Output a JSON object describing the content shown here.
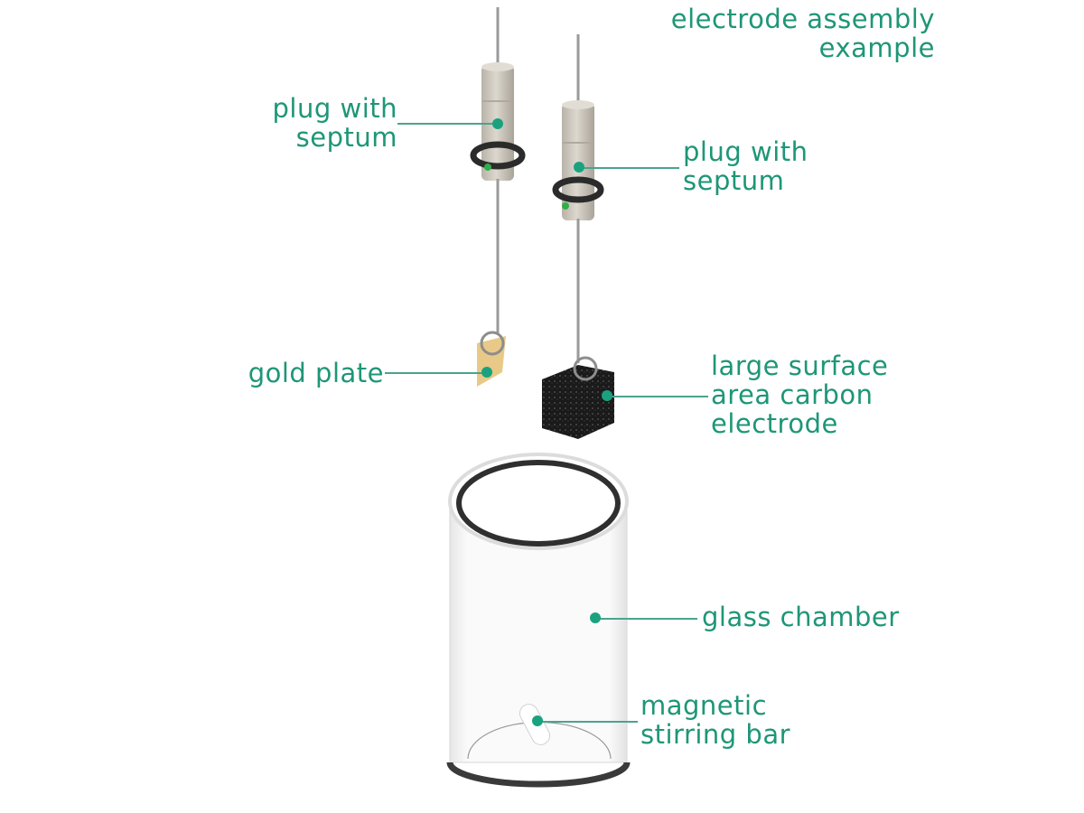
{
  "title": {
    "line1": "electrode assembly",
    "line2": "example"
  },
  "labels": {
    "plug_left": {
      "line1": "plug with",
      "line2": "septum"
    },
    "plug_right": {
      "line1": "plug with",
      "line2": "septum"
    },
    "gold_plate": {
      "line1": "gold plate"
    },
    "carbon": {
      "line1": "large surface",
      "line2": "area carbon",
      "line3": "electrode"
    },
    "glass": {
      "line1": "glass chamber"
    },
    "stir_bar": {
      "line1": "magnetic",
      "line2": "stirring bar"
    }
  },
  "colors": {
    "accent": "#1e9677",
    "plug": "#cfc9bf",
    "oring": "#2b2b2b",
    "gold": "#e8c987",
    "carbon": "#1c1c1c"
  }
}
